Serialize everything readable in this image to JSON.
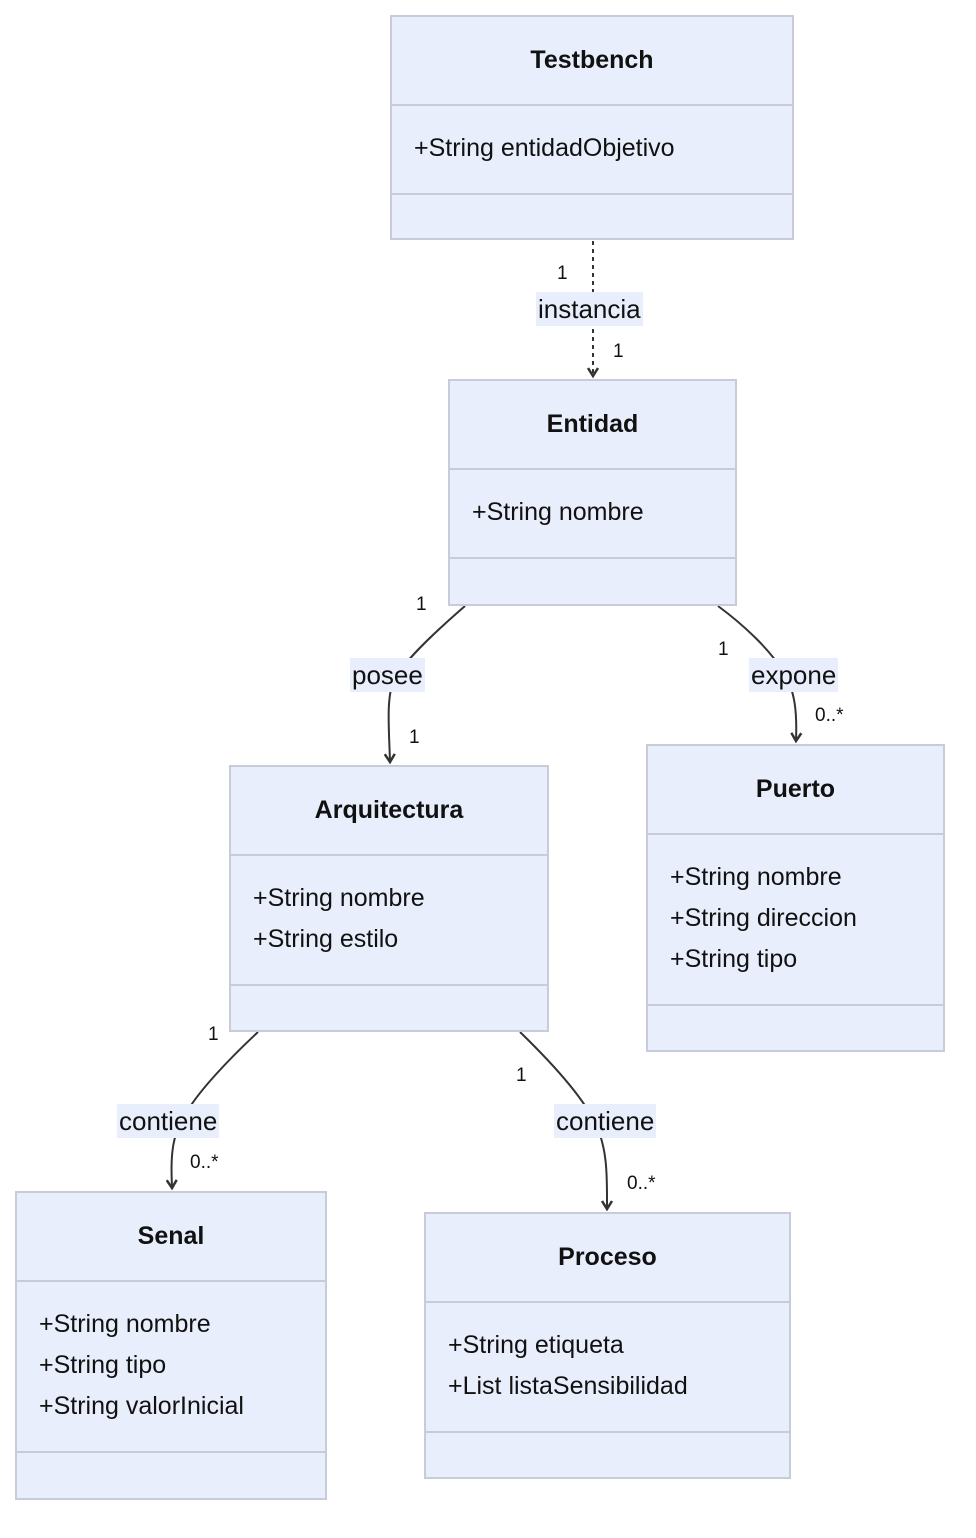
{
  "classes": {
    "testbench": {
      "name": "Testbench",
      "attributes": [
        "+String entidadObjetivo"
      ]
    },
    "entidad": {
      "name": "Entidad",
      "attributes": [
        "+String nombre"
      ]
    },
    "arquitectura": {
      "name": "Arquitectura",
      "attributes": [
        "+String nombre",
        "+String estilo"
      ]
    },
    "puerto": {
      "name": "Puerto",
      "attributes": [
        "+String nombre",
        "+String direccion",
        "+String tipo"
      ]
    },
    "senal": {
      "name": "Senal",
      "attributes": [
        "+String nombre",
        "+String tipo",
        "+String valorInicial"
      ]
    },
    "proceso": {
      "name": "Proceso",
      "attributes": [
        "+String etiqueta",
        "+List listaSensibilidad"
      ]
    }
  },
  "relations": {
    "instancia": {
      "label": "instancia",
      "from_mult": "1",
      "to_mult": "1"
    },
    "posee": {
      "label": "posee",
      "from_mult": "1",
      "to_mult": "1"
    },
    "expone": {
      "label": "expone",
      "from_mult": "1",
      "to_mult": "0..*"
    },
    "contiene_senal": {
      "label": "contiene",
      "from_mult": "1",
      "to_mult": "0..*"
    },
    "contiene_proceso": {
      "label": "contiene",
      "from_mult": "1",
      "to_mult": "0..*"
    }
  },
  "colors": {
    "box_fill": "#e8eefb",
    "box_border": "#c8ccd8",
    "edge": "#333333"
  }
}
